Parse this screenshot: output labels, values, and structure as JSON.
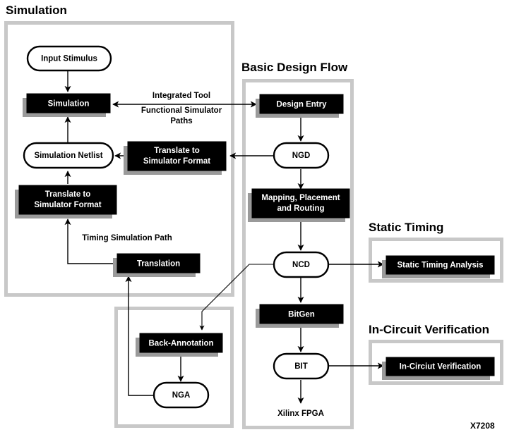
{
  "diagram": {
    "title_corner": "X7208",
    "groups": [
      {
        "id": "simulation",
        "label": "Simulation"
      },
      {
        "id": "basic-design-flow",
        "label": "Basic Design Flow"
      },
      {
        "id": "static-timing",
        "label": "Static Timing"
      },
      {
        "id": "in-circuit-verification",
        "label": "In-Circuit Verification"
      },
      {
        "id": "back-annotation-group",
        "label": ""
      }
    ],
    "process_nodes": [
      {
        "id": "simulation-node",
        "label": "Simulation"
      },
      {
        "id": "translate-sim-format-mid",
        "line1": "Translate to",
        "line2": "Simulator Format"
      },
      {
        "id": "translate-sim-format-low",
        "line1": "Translate to",
        "line2": "Simulator Format"
      },
      {
        "id": "translation",
        "label": "Translation"
      },
      {
        "id": "back-annotation",
        "label": "Back-Annotation"
      },
      {
        "id": "design-entry",
        "label": "Design Entry"
      },
      {
        "id": "mapping-placement-routing",
        "line1": "Mapping, Placement",
        "line2": "and Routing"
      },
      {
        "id": "bitgen",
        "label": "BitGen"
      },
      {
        "id": "static-timing-analysis",
        "label": "Static Timing Analysis"
      },
      {
        "id": "in-circuit-verification-node",
        "label": "In-Circiut Verification"
      }
    ],
    "data_nodes": [
      {
        "id": "input-stimulus",
        "label": "Input Stimulus"
      },
      {
        "id": "simulation-netlist",
        "label": "Simulation Netlist"
      },
      {
        "id": "nga",
        "label": "NGA"
      },
      {
        "id": "ngd",
        "label": "NGD"
      },
      {
        "id": "ncd",
        "label": "NCD"
      },
      {
        "id": "bit",
        "label": "BIT"
      }
    ],
    "edge_labels": {
      "integrated_tool": "Integrated Tool",
      "functional_simulator": "Functional Simulator",
      "paths": "Paths",
      "timing_simulation_path": "Timing Simulation Path"
    },
    "terminal_labels": {
      "xilinx_fpga": "Xilinx FPGA"
    },
    "colors": {
      "process_fill": "#000000",
      "process_text": "#ffffff",
      "data_fill": "#ffffff",
      "data_stroke": "#000000",
      "group_border": "#c8c8c8",
      "shadow": "#9a9a9a",
      "background": "#ffffff"
    }
  }
}
